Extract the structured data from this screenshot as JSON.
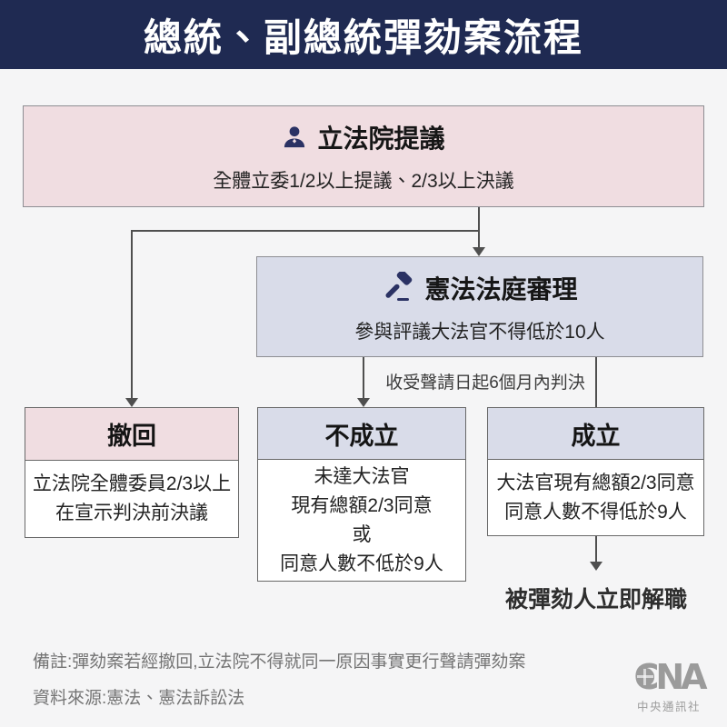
{
  "title": "總統、副總統彈劾案流程",
  "flow": {
    "step1": {
      "title": "立法院提議",
      "subtitle": "全體立委1/2以上提議、2/3以上決議",
      "icon": "person-icon"
    },
    "step2": {
      "title": "憲法法庭審理",
      "subtitle": "參與評議大法官不得低於10人",
      "icon": "gavel-icon"
    },
    "edge_label": "收受聲請日起6個月內判決",
    "outcomes": [
      {
        "id": "withdraw",
        "title": "撤回",
        "body_lines": [
          "立法院全體委員2/3以上",
          "在宣示判決前決議"
        ]
      },
      {
        "id": "not-established",
        "title": "不成立",
        "body_lines": [
          "未達大法官",
          "現有總額2/3同意",
          "或",
          "同意人數不低於9人"
        ]
      },
      {
        "id": "established",
        "title": "成立",
        "body_lines": [
          "大法官現有總額2/3同意",
          "同意人數不得低於9人"
        ]
      }
    ],
    "result": "被彈劾人立即解職"
  },
  "footer": {
    "note": "備註:彈劾案若經撤回,立法院不得就同一原因事實更行聲請彈劾案",
    "source": "資料來源:憲法、憲法訴訟法",
    "logo_text": "CNA",
    "logo_caption": "中央通訊社"
  },
  "colors": {
    "header_bg": "#1f2a52",
    "pink": "#f0dde1",
    "lavender": "#d9dce9",
    "page_bg": "#f5f5f6",
    "line": "#4f4f4f",
    "icon_navy": "#2b3264",
    "logo_gray": "#9b9b9b"
  }
}
